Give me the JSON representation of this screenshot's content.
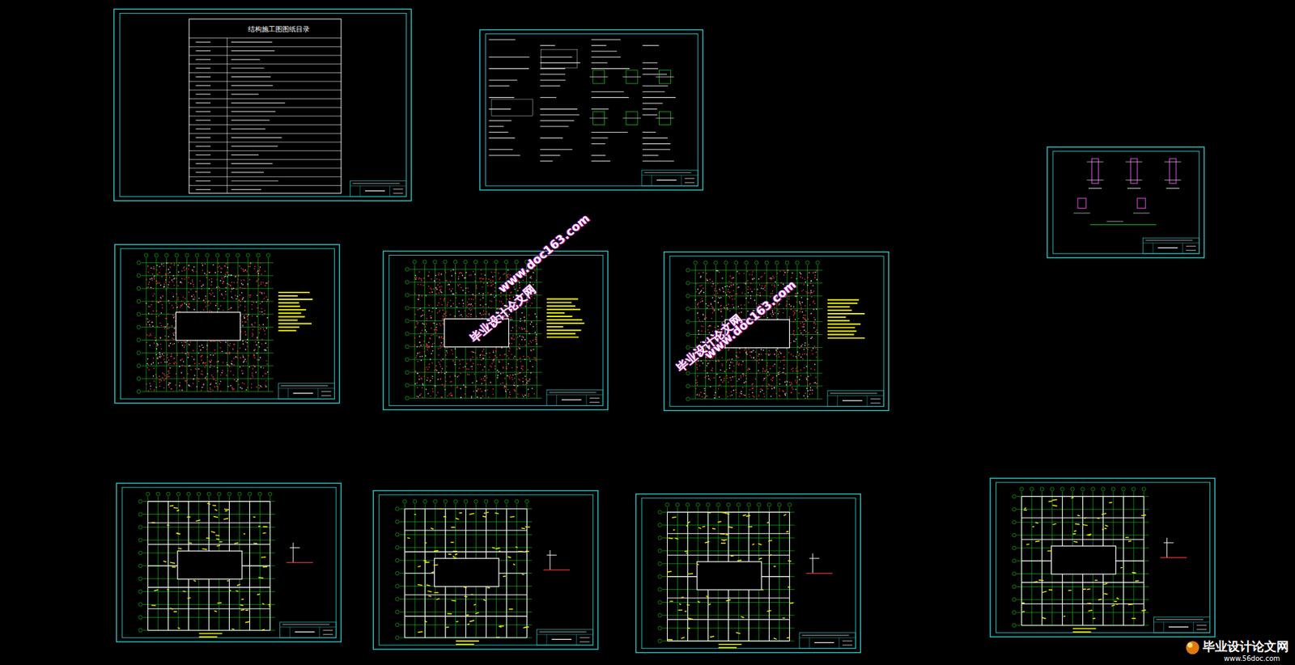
{
  "diagram": {
    "labels": [
      "结构施工图图纸目录",
      "毕业设计论文网",
      "www.doc163.com",
      "毕业设计论文网",
      "www.doc163.com",
      "毕业设计论文网",
      "www.56doc.com"
    ]
  }
}
